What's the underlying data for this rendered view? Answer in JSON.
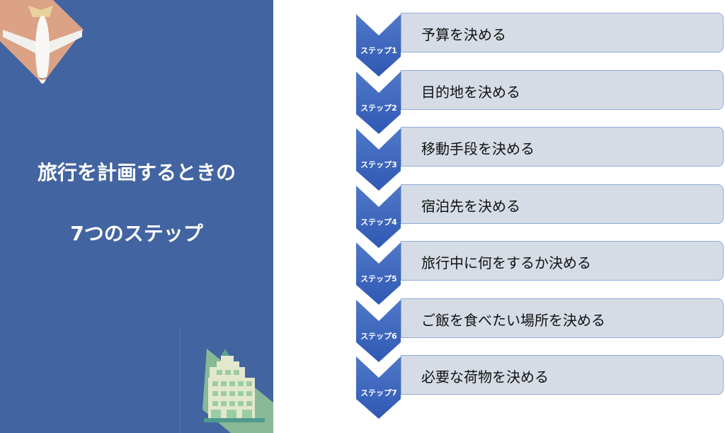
{
  "title_line1": "旅行を計画するときの",
  "title_line2": "7つのステップ",
  "steps": [
    {
      "label": "ステップ1",
      "text": "予算を決める"
    },
    {
      "label": "ステップ2",
      "text": "目的地を決める"
    },
    {
      "label": "ステップ3",
      "text": "移動手段を決める"
    },
    {
      "label": "ステップ4",
      "text": "宿泊先を決める"
    },
    {
      "label": "ステップ5",
      "text": "旅行中に何をするか決める"
    },
    {
      "label": "ステップ6",
      "text": "ご飯を食べたい場所を決める"
    },
    {
      "label": "ステップ7",
      "text": "必要な荷物を決める"
    }
  ],
  "colors": {
    "panel": "#4264a1",
    "chevron": "#3a64c0",
    "box": "#d6dce5"
  }
}
